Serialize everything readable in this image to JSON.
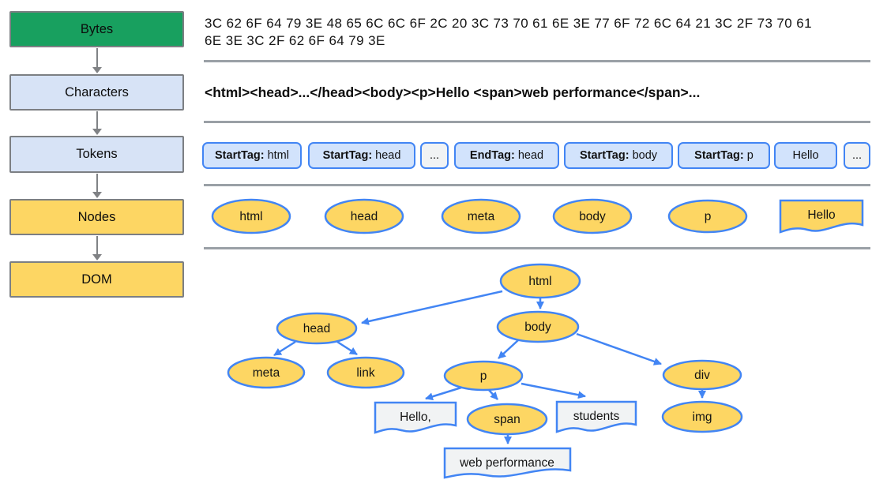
{
  "colors": {
    "bytes_green": "#18a05f",
    "stage_blue": "#d7e3f6",
    "stage_yellow": "#fdd663",
    "token_blue_fill": "#d2e3fc",
    "token_muted_fill": "#f1f3f4",
    "blue_border": "#4285f4",
    "gray_border": "#7c7f83",
    "divider_gray": "#9aa0a6"
  },
  "stages": [
    {
      "label": "Bytes"
    },
    {
      "label": "Characters"
    },
    {
      "label": "Tokens"
    },
    {
      "label": "Nodes"
    },
    {
      "label": "DOM"
    }
  ],
  "bytes": {
    "line1": "3C 62 6F 64 79 3E 48 65 6C 6C 6F 2C 20 3C 73 70 61 6E 3E 77 6F 72 6C 64 21 3C 2F 73 70 61",
    "line2": "6E 3E 3C 2F 62 6F 64 79 3E"
  },
  "characters": {
    "text": "<html><head>...</head><body><p>Hello <span>web performance</span>..."
  },
  "tokens": [
    {
      "label": "StartTag:",
      "value": "html"
    },
    {
      "label": "StartTag:",
      "value": "head"
    },
    {
      "value": "..."
    },
    {
      "label": "EndTag:",
      "value": "head"
    },
    {
      "label": "StartTag:",
      "value": "body"
    },
    {
      "label": "StartTag:",
      "value": "p"
    },
    {
      "value": "Hello"
    },
    {
      "value": "..."
    }
  ],
  "nodes_row": {
    "ellipses": [
      "html",
      "head",
      "meta",
      "body",
      "p"
    ],
    "doc_label": "Hello"
  },
  "dom_tree": {
    "labels": {
      "html": "html",
      "head": "head",
      "body": "body",
      "meta": "meta",
      "link": "link",
      "p": "p",
      "span": "span",
      "div": "div",
      "img": "img",
      "hello": "Hello,",
      "students": "students",
      "webperf": "web performance"
    }
  }
}
